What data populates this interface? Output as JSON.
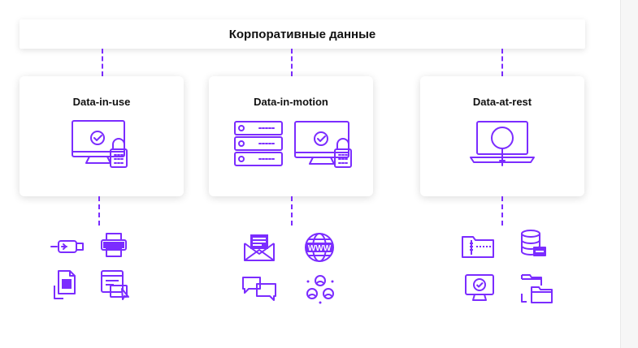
{
  "header": {
    "title": "Корпоративные данные"
  },
  "cards": [
    {
      "title": "Data-in-use"
    },
    {
      "title": "Data-in-motion"
    },
    {
      "title": "Data-at-rest"
    }
  ],
  "colors": {
    "accent": "#7b2cff",
    "text": "#111111"
  },
  "icons": {
    "use": [
      "usb-drive-icon",
      "printer-icon",
      "document-icon",
      "window-cursor-icon"
    ],
    "motion": [
      "email-icon",
      "www-globe-icon",
      "chat-bubbles-icon",
      "users-network-icon"
    ],
    "rest": [
      "folder-zip-icon",
      "database-icon",
      "computer-check-icon",
      "folder-copy-icon"
    ]
  }
}
